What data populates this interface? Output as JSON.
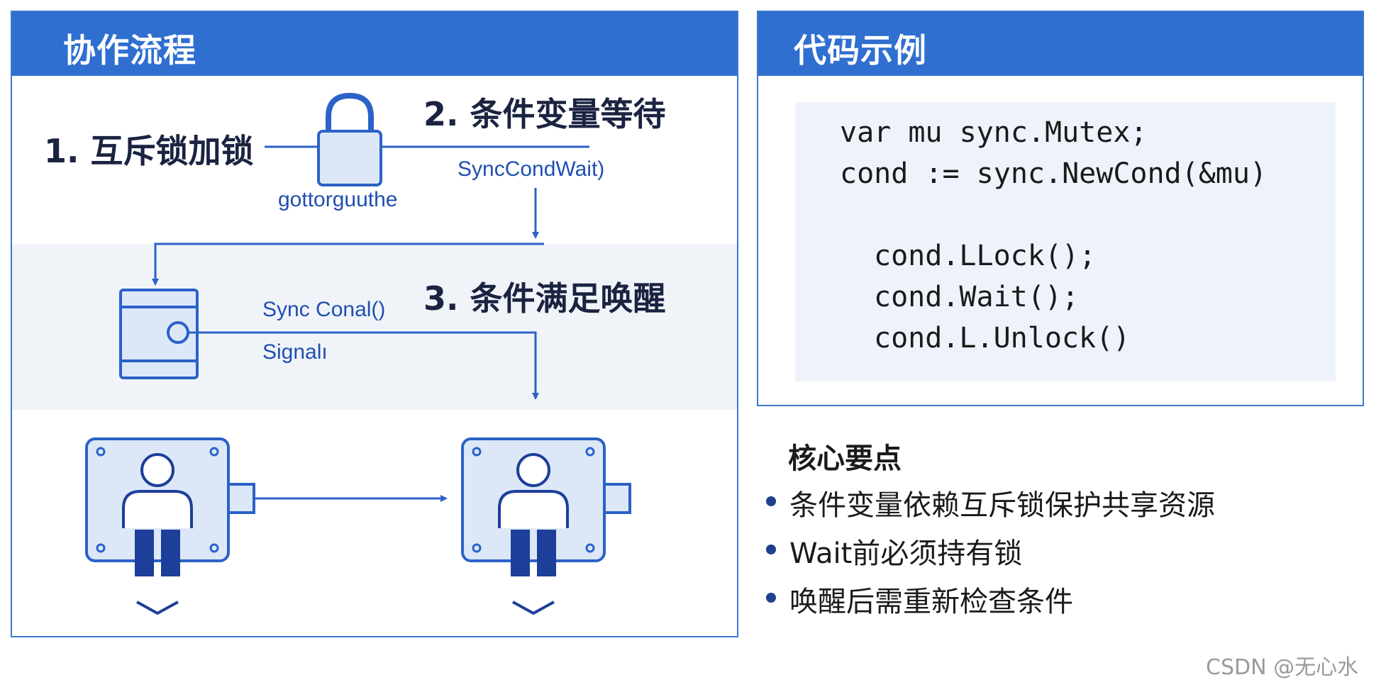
{
  "flow_panel": {
    "title": "协作流程",
    "steps": [
      "1. 互斥锁加锁",
      "2. 条件变量等待",
      "3. 条件满足唤醒"
    ],
    "labels": {
      "lock_caption": "gottorguuthe",
      "wait_call": "SyncCondWait)",
      "signal_call_line1": "Sync Conal()",
      "signal_call_line2": "Signalı"
    },
    "icons": [
      "padlock-icon",
      "cabinet-icon",
      "person-box-icon",
      "arrow-icon",
      "chevron-down-icon"
    ]
  },
  "code_panel": {
    "title": "代码示例",
    "lines": [
      "var mu sync.Mutex;",
      "cond := sync.NewCond(&mu)",
      "cond.LLock();",
      "cond.Wait();",
      "cond.L.Unlock()"
    ]
  },
  "key_points": {
    "title": "核心要点",
    "items": [
      "条件变量依赖互斥锁保护共享资源",
      "Wait前必须持有锁",
      "唤醒后需重新检查条件"
    ]
  },
  "watermark": "CSDN @无心水",
  "colors": {
    "header_blue": "#2f6fd0",
    "line_blue": "#2b62c8",
    "icon_fill": "#dce8f8",
    "icon_dark": "#1d3f99",
    "text_dark": "#1b2341"
  }
}
